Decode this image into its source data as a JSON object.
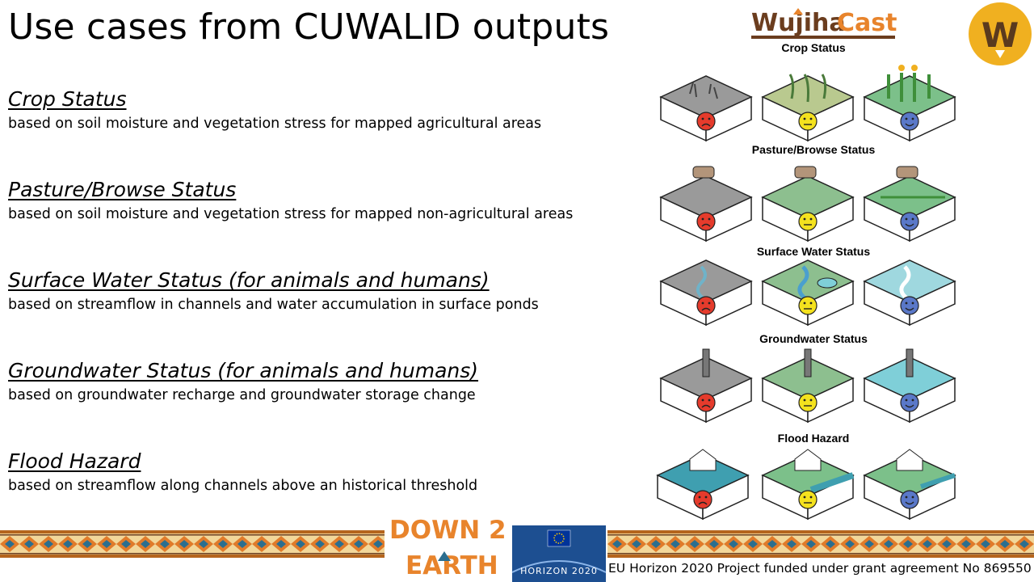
{
  "slide": {
    "title": "Use cases from CUWALID outputs"
  },
  "use_cases": [
    {
      "heading": "Crop Status",
      "description": "based on soil moisture and vegetation stress for mapped agricultural areas"
    },
    {
      "heading": "Pasture/Browse Status",
      "description": "based on soil moisture and vegetation stress for mapped non-agricultural areas"
    },
    {
      "heading": "Surface Water Status (for animals and humans)",
      "description": "based on streamflow in channels and water accumulation in surface ponds"
    },
    {
      "heading": "Groundwater Status (for animals and humans)",
      "description": "based on groundwater recharge and groundwater storage change"
    },
    {
      "heading": "Flood Hazard",
      "description": "based on streamflow along channels above an historical threshold"
    }
  ],
  "wujihacast": {
    "logo_part1": "Wujiha",
    "logo_part2": "Cast",
    "badge_letter": "W",
    "panel_labels": [
      "Crop Status",
      "Pasture/Browse Status",
      "Surface Water Status",
      "Groundwater Status",
      "Flood Hazard"
    ]
  },
  "logos": {
    "down2earth_line1": "DOWN 2",
    "down2earth_line2": "EARTH",
    "horizon_text": "HORIZON 2020"
  },
  "footer": {
    "funding_note": "EU Horizon 2020 Project funded under grant agreement No 869550"
  },
  "colors": {
    "sad": "#e53b2c",
    "neutral": "#f4e21e",
    "happy": "#5a78c8",
    "badge": "#f0b020",
    "brand_brown": "#6b3d1e",
    "brand_orange": "#e8842c",
    "grass": "#7cc08a",
    "water": "#7fcfd8"
  }
}
